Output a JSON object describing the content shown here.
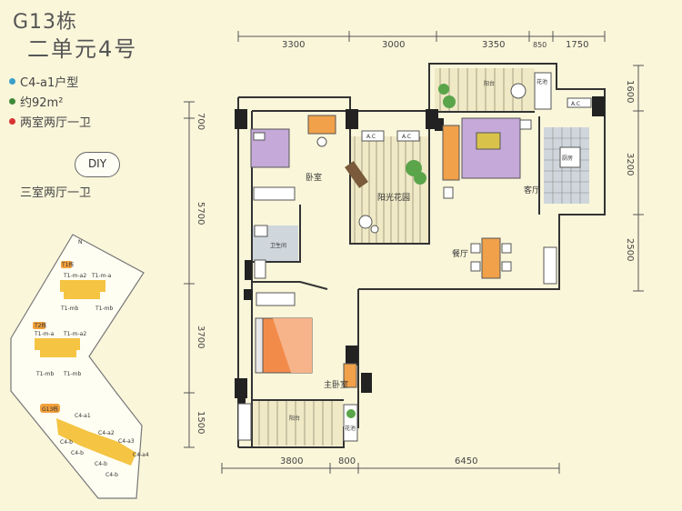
{
  "header": {
    "building": "G13栋",
    "unit": "二单元4号"
  },
  "info": [
    {
      "text": "C4-a1户型",
      "color": "#3a9fc8"
    },
    {
      "text": "约92m²",
      "color": "#3f8a3a"
    },
    {
      "text": "两室两厅一卫",
      "color": "#d83434"
    }
  ],
  "diy": {
    "badge": "DIY",
    "alt_layout": "三室两厅一卫"
  },
  "dims_top": [
    "3300",
    "3000",
    "3350",
    "850",
    "1750"
  ],
  "dims_bottom": [
    "3800",
    "800",
    "6450"
  ],
  "dims_left": [
    "700",
    "5700",
    "3700",
    "1500"
  ],
  "dims_right": [
    "1600",
    "3200",
    "2500"
  ],
  "rooms": {
    "bedroom": "卧室",
    "sunroom": "阳光花园",
    "living": "客厅",
    "dining": "餐厅",
    "master": "主卧室",
    "kitchen": "厨房",
    "bathroom": "卫生间",
    "balcony_top": "阳台",
    "balcony_bottom": "阳台",
    "garden_top": "花池",
    "garden_bottom": "花池",
    "ac1": "A.C",
    "ac2": "A.C",
    "ac3": "A.C"
  },
  "site": {
    "north": "N",
    "t1": "T1栋",
    "t2": "T2栋",
    "g13": "G13栋",
    "t1_units": [
      "T1-m-a2",
      "T1-m-a",
      "T1-mb",
      "T1-mb"
    ],
    "t2_units": [
      "T1-m-a",
      "T1-m-a2",
      "T1-mb",
      "T1-mb"
    ],
    "g13_units": [
      "C4-a1",
      "C4-a2",
      "C4-a3",
      "C4-a4",
      "C4-b",
      "C4-b",
      "C4-b",
      "C4-b"
    ]
  }
}
